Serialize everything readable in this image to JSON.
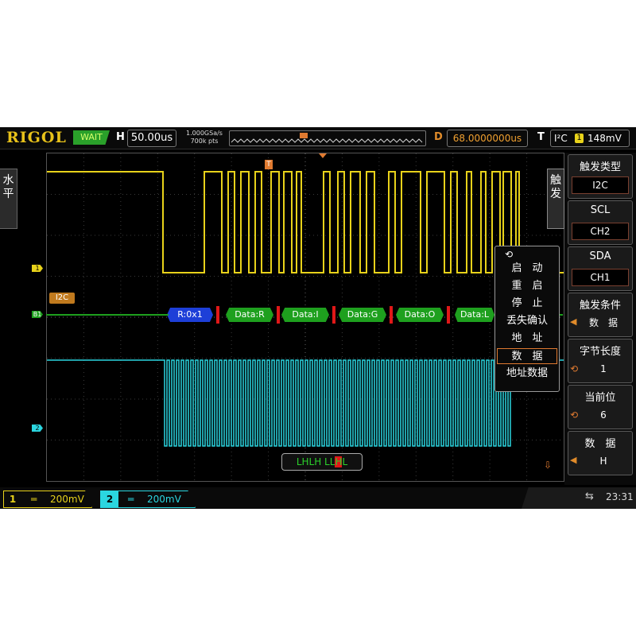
{
  "brand": "RIGOL",
  "header": {
    "run_status": "WAIT",
    "timebase_label": "H",
    "timebase": "50.00us",
    "sample_rate": "1.000GSa/s",
    "memory_depth": "700k pts",
    "delay_label": "D",
    "delay": "68.0000000us",
    "trigger_label": "T",
    "trigger_protocol": "I²C",
    "trigger_source": "1",
    "trigger_level": "148mV"
  },
  "left_tab": "水\n平",
  "side_tab": "触\n发",
  "markers": {
    "ch1": "1",
    "bus": "B1",
    "ch2": "2",
    "trigger": "T"
  },
  "bus": {
    "label": "I2C",
    "packets": [
      {
        "text": "R:0x1",
        "kind": "addr"
      },
      {
        "text": "Data:R",
        "kind": "data"
      },
      {
        "text": "Data:I",
        "kind": "data"
      },
      {
        "text": "Data:G",
        "kind": "data"
      },
      {
        "text": "Data:O",
        "kind": "data"
      },
      {
        "text": "Data:L",
        "kind": "data"
      }
    ]
  },
  "condition_menu": {
    "header_icon": "knob-icon",
    "items": [
      "启　动",
      "重　启",
      "停　止",
      "丢失确认",
      "地　址",
      "数　据",
      "地址数据"
    ],
    "selected_index": 5
  },
  "softkeys": [
    {
      "title": "触发类型",
      "value": "I2C"
    },
    {
      "title": "SCL",
      "value": "CH2"
    },
    {
      "title": "SDA",
      "value": "CH1"
    },
    {
      "title": "触发条件",
      "value": "数　据"
    },
    {
      "title": "字节长度",
      "value": "1"
    },
    {
      "title": "当前位",
      "value": "6"
    },
    {
      "title": "数　据",
      "value": "H"
    }
  ],
  "bit_status": {
    "before": "LHLH LL",
    "highlight": "H",
    "after": "L"
  },
  "footer": {
    "ch1": {
      "num": "1",
      "coupling": "═",
      "scale": "200mV"
    },
    "ch2": {
      "num": "2",
      "coupling": "═",
      "scale": "200mV"
    },
    "time": "23:31"
  },
  "colors": {
    "ch1": "#e8d21a",
    "ch2": "#2bd6e0",
    "accent": "#e07a30",
    "addr_packet": "#1d3fd8",
    "data_packet": "#1ea01e"
  }
}
